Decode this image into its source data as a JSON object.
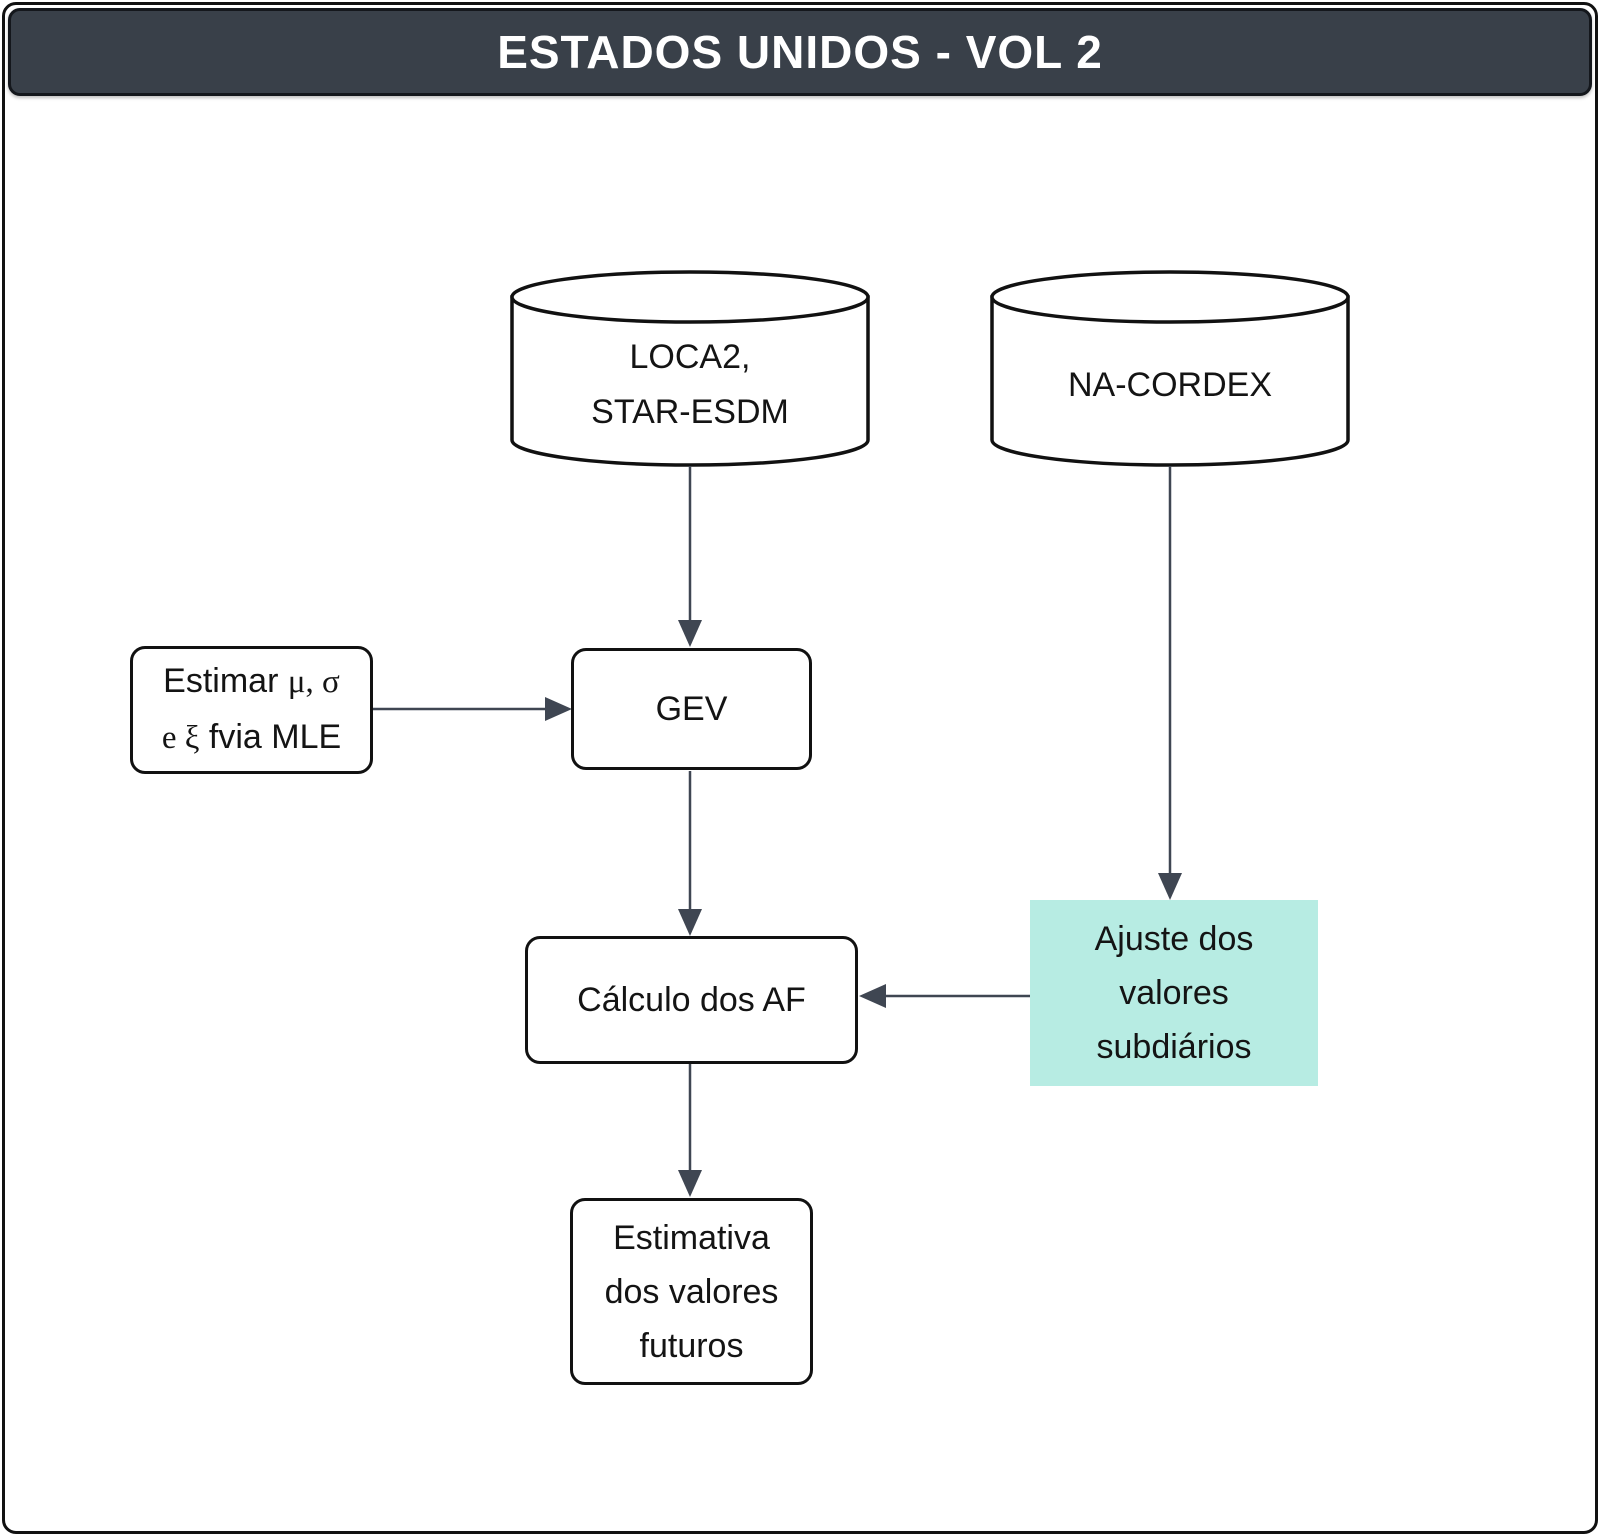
{
  "title": "ESTADOS UNIDOS - VOL 2",
  "nodes": {
    "loca2_datastore": {
      "shape": "cylinder",
      "line1": "LOCA2,",
      "line2": "STAR-ESDM"
    },
    "na_cordex_datastore": {
      "shape": "cylinder",
      "label": "NA-CORDEX"
    },
    "estimar_mle": {
      "shape": "rounded-box",
      "line1_sans": "Estimar",
      "line1_greek": "μ, σ",
      "line2_greek": "e ξ",
      "line2_sans": "fvia MLE"
    },
    "gev": {
      "shape": "rounded-box",
      "label": "GEV"
    },
    "calculo_af": {
      "shape": "rounded-box",
      "label": "Cálculo dos AF"
    },
    "ajuste_subdiarios": {
      "shape": "highlight-rect",
      "line1": "Ajuste dos",
      "line2": "valores",
      "line3": "subdiários"
    },
    "estimativa_futuros": {
      "shape": "rounded-box",
      "line1": "Estimativa",
      "line2": "dos valores",
      "line3": "futuros"
    }
  },
  "edges": [
    {
      "from": "loca2_datastore",
      "to": "gev"
    },
    {
      "from": "estimar_mle",
      "to": "gev"
    },
    {
      "from": "gev",
      "to": "calculo_af"
    },
    {
      "from": "na_cordex_datastore",
      "to": "ajuste_subdiarios"
    },
    {
      "from": "ajuste_subdiarios",
      "to": "calculo_af"
    },
    {
      "from": "calculo_af",
      "to": "estimativa_futuros"
    }
  ],
  "colors": {
    "header_bg": "#394049",
    "header_text": "#ffffff",
    "node_border": "#111111",
    "node_fill": "#ffffff",
    "highlight_fill": "#b7ece3",
    "arrow": "#3f4652",
    "text": "#141414",
    "canvas_bg": "#ffffff",
    "canvas_border": "#111111"
  }
}
